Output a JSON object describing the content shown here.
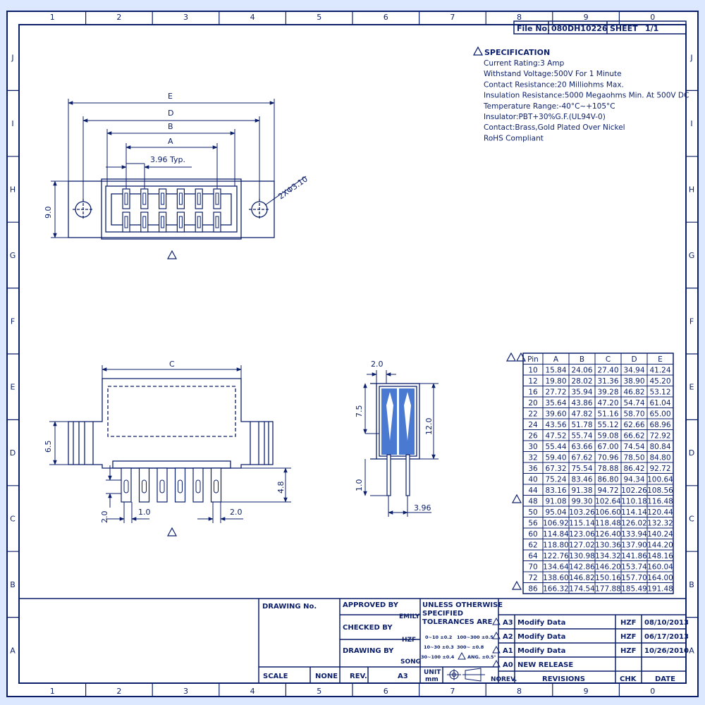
{
  "colors": {
    "ink": "#0b1f6b",
    "paper": "#ffffff",
    "fill": "#2a62c9"
  },
  "border": {
    "columns": [
      "1",
      "2",
      "3",
      "4",
      "5",
      "6",
      "7",
      "8",
      "9",
      "0"
    ],
    "rows": [
      "J",
      "I",
      "H",
      "G",
      "F",
      "E",
      "D",
      "C",
      "B",
      "A"
    ]
  },
  "file_box": {
    "file_label": "File No.",
    "file_no": "080DH10226",
    "sheet_label": "SHEET",
    "sheet_value": "1/1"
  },
  "specification": {
    "title": "SPECIFICATION",
    "lines": [
      "Current Rating:3 Amp",
      "Withstand Voltage:500V For 1 Minute",
      "Contact Resistance:20 Milliohms Max.",
      "Insulation Resistance:5000 Megaohms Min. At 500V DC",
      "Temperature Range:-40°C~+105°C",
      "Insulator:PBT+30%G.F.(UL94V-0)",
      "Contact:Brass,Gold Plated Over Nickel",
      "RoHS Compliant"
    ]
  },
  "dimensions": {
    "E": "E",
    "D": "D",
    "B": "B",
    "A": "A",
    "pitch": "3.96 Typ.",
    "height": "9.0",
    "hole": "2XΦ3.10",
    "C": "C",
    "flange": "6.5",
    "pin_len": "4.8",
    "offset": "2.0",
    "pin_w": "1.0",
    "gap": "2.0",
    "side_top": "2.0",
    "side_upper": "7.5",
    "side_total": "12.0",
    "side_tail": "1.0",
    "side_pitch": "3.96"
  },
  "revision_marks": {
    "top_view": "A",
    "front_view": "A",
    "table_head": "A3A1",
    "row_48": "A",
    "row_86": "A"
  },
  "pin_table": {
    "headers": [
      "Pin",
      "A",
      "B",
      "C",
      "D",
      "E"
    ],
    "rows": [
      [
        "10",
        "15.84",
        "24.06",
        "27.40",
        "34.94",
        "41.24"
      ],
      [
        "12",
        "19.80",
        "28.02",
        "31.36",
        "38.90",
        "45.20"
      ],
      [
        "16",
        "27.72",
        "35.94",
        "39.28",
        "46.82",
        "53.12"
      ],
      [
        "20",
        "35.64",
        "43.86",
        "47.20",
        "54.74",
        "61.04"
      ],
      [
        "22",
        "39.60",
        "47.82",
        "51.16",
        "58.70",
        "65.00"
      ],
      [
        "24",
        "43.56",
        "51.78",
        "55.12",
        "62.66",
        "68.96"
      ],
      [
        "26",
        "47.52",
        "55.74",
        "59.08",
        "66.62",
        "72.92"
      ],
      [
        "30",
        "55.44",
        "63.66",
        "67.00",
        "74.54",
        "80.84"
      ],
      [
        "32",
        "59.40",
        "67.62",
        "70.96",
        "78.50",
        "84.80"
      ],
      [
        "36",
        "67.32",
        "75.54",
        "78.88",
        "86.42",
        "92.72"
      ],
      [
        "40",
        "75.24",
        "83.46",
        "86.80",
        "94.34",
        "100.64"
      ],
      [
        "44",
        "83.16",
        "91.38",
        "94.72",
        "102.26",
        "108.56"
      ],
      [
        "48",
        "91.08",
        "99.30",
        "102.64",
        "110.18",
        "116.48"
      ],
      [
        "50",
        "95.04",
        "103.26",
        "106.60",
        "114.14",
        "120.44"
      ],
      [
        "56",
        "106.92",
        "115.14",
        "118.48",
        "126.02",
        "132.32"
      ],
      [
        "60",
        "114.84",
        "123.06",
        "126.40",
        "133.94",
        "140.24"
      ],
      [
        "62",
        "118.80",
        "127.02",
        "130.36",
        "137.90",
        "144.20"
      ],
      [
        "64",
        "122.76",
        "130.98",
        "134.32",
        "141.86",
        "148.16"
      ],
      [
        "70",
        "134.64",
        "142.86",
        "146.20",
        "153.74",
        "160.04"
      ],
      [
        "72",
        "138.60",
        "146.82",
        "150.16",
        "157.70",
        "164.00"
      ],
      [
        "86",
        "166.32",
        "174.54",
        "177.88",
        "185.49",
        "191.48"
      ]
    ]
  },
  "title_block": {
    "drawing_no_label": "DRAWING No.",
    "approved_label": "APPROVED BY",
    "approved_name": "EMILY",
    "checked_label": "CHECKED BY",
    "checked_name": "HZF",
    "drawn_label": "DRAWING BY",
    "drawn_name": "SONG",
    "scale_label": "SCALE",
    "scale_value": "NONE",
    "rev_label": "REV.",
    "rev_value": "A3",
    "tol_lines": [
      "UNLESS OTHERWISE",
      "SPECIFIED",
      "TOLERANCES ARE"
    ],
    "tol_a": "0~10 ±0.2",
    "tol_b": "100~300 ±0.5",
    "tol_c": "10~30 ±0.3",
    "tol_d": "300~       ±0.8",
    "tol_e": "30~100 ±0.4",
    "tol_f": "ANG. ±0.5°",
    "unit_label": "UNIT",
    "unit_value": "mm",
    "revisions": [
      {
        "no": "A3",
        "text": "Modify Data",
        "chk": "HZF",
        "date": "08/10/2013"
      },
      {
        "no": "A2",
        "text": "Modify Data",
        "chk": "HZF",
        "date": "06/17/2013"
      },
      {
        "no": "A1",
        "text": "Modify Data",
        "chk": "HZF",
        "date": "10/26/2010"
      },
      {
        "no": "A0",
        "text": "NEW RELEASE",
        "chk": "",
        "date": ""
      }
    ],
    "footer": {
      "no": "NO.",
      "rev": "REV.",
      "revisions": "REVISIONS",
      "chk": "CHK",
      "date": "DATE"
    }
  }
}
